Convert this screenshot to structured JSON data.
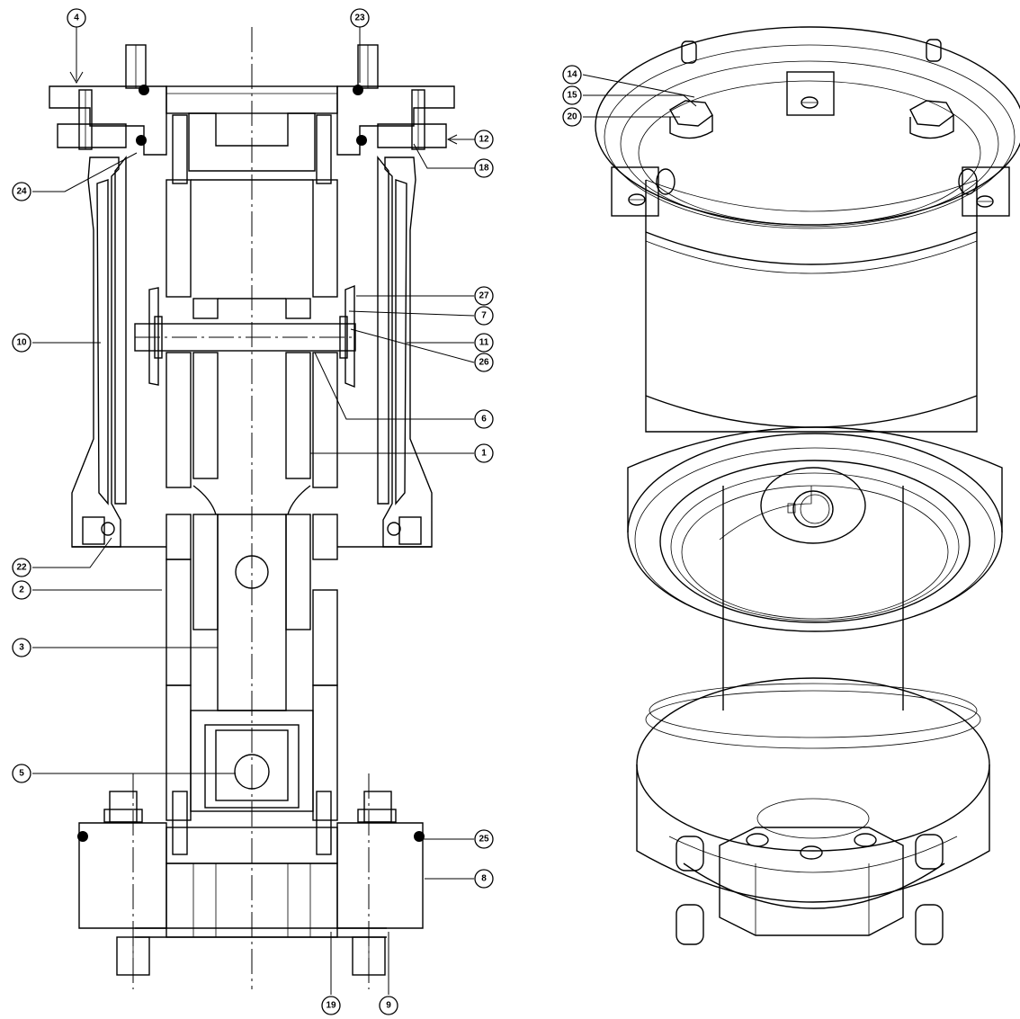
{
  "balloons": {
    "b4": "4",
    "b23": "23",
    "b12": "12",
    "b18": "18",
    "b24": "24",
    "b27": "27",
    "b7": "7",
    "b10": "10",
    "b11": "11",
    "b26": "26",
    "b6": "6",
    "b1": "1",
    "b22": "22",
    "b2": "2",
    "b3": "3",
    "b5": "5",
    "b25": "25",
    "b8": "8",
    "b19": "19",
    "b9": "9",
    "b14": "14",
    "b15": "15",
    "b20": "20"
  }
}
